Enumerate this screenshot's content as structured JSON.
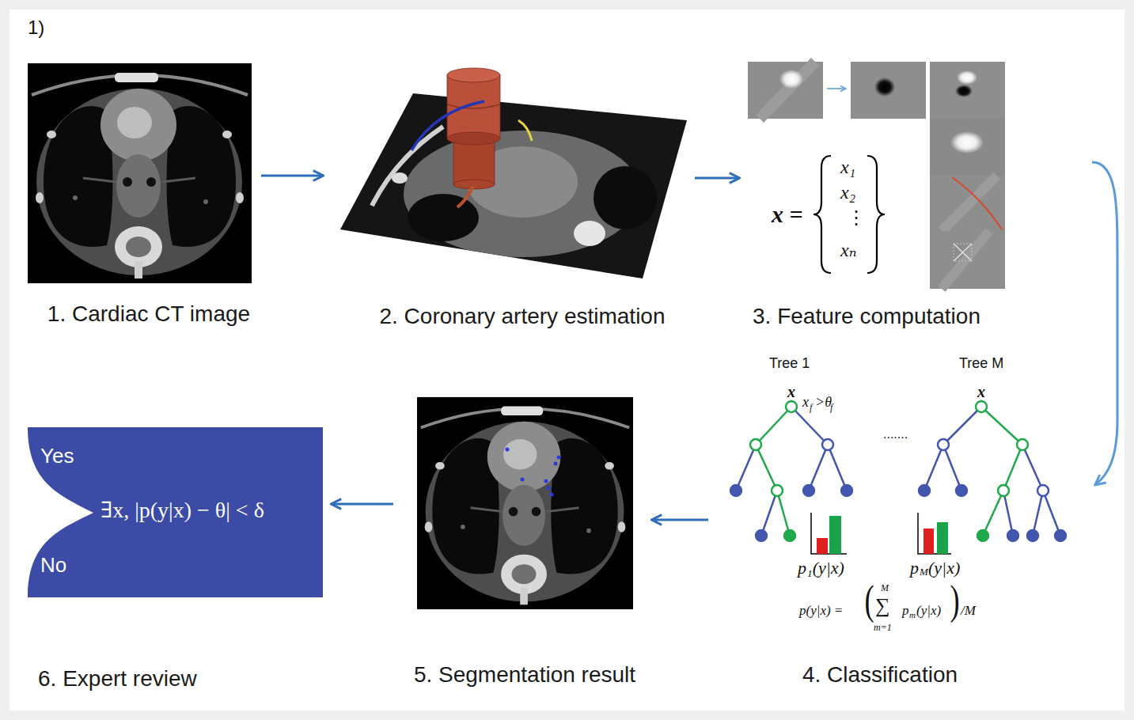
{
  "diagram": {
    "nodes": [
      {
        "text": [
          "1. Cardiac CT image"
        ]
      },
      {
        "text": [
          "2. Coronary artery estimation"
        ]
      },
      {
        "text": [
          "3. Feature computation"
        ]
      },
      {
        "text": [
          "4. Classification"
        ]
      },
      {
        "text": [
          "5. Segmentation result"
        ]
      },
      {
        "text": [
          "Yes",
          "∃x, |p(y|x) − θ| < δ",
          "No",
          "6. Expert review"
        ]
      }
    ],
    "edges": [
      {
        "from": 0,
        "to": 1,
        "arrow": "to"
      },
      {
        "from": 1,
        "to": 2,
        "arrow": "to"
      },
      {
        "from": 2,
        "to": 3,
        "arrow": "to"
      },
      {
        "from": 3,
        "to": 4,
        "arrow": "to"
      },
      {
        "from": 4,
        "to": 5,
        "arrow": "to"
      }
    ],
    "labels": [
      "1)",
      "x =",
      "x₁",
      "x₂",
      "⋮",
      "xₙ",
      "Tree 1",
      "Tree M",
      "x",
      "x",
      "x",
      "f",
      ">θ",
      "f",
      ".......",
      "p₁(y|x)",
      "p",
      "M",
      "(y|x)",
      "p(y|x) =",
      "(",
      "∑",
      "M",
      "m=1",
      "p",
      "m",
      "(y|x)",
      ")",
      "/M"
    ]
  }
}
